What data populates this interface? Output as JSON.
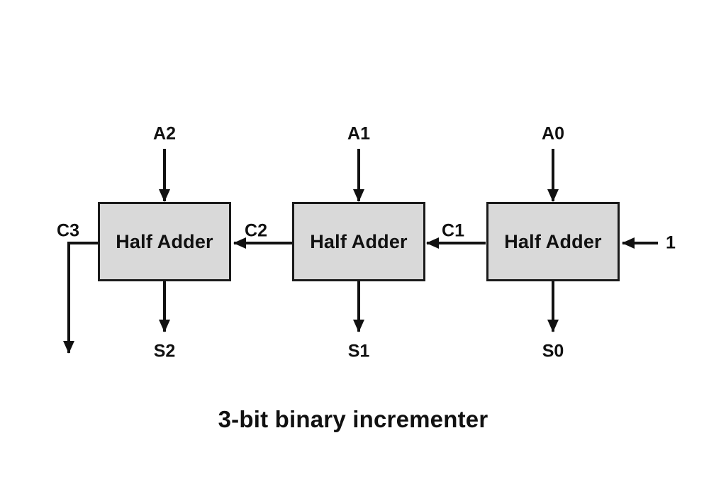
{
  "title": "3-bit binary incrementer",
  "diagram": {
    "blocks": [
      {
        "id": "ha-bit2",
        "label": "Half Adder"
      },
      {
        "id": "ha-bit1",
        "label": "Half Adder"
      },
      {
        "id": "ha-bit0",
        "label": "Half Adder"
      }
    ],
    "inputs": {
      "a2": "A2",
      "a1": "A1",
      "a0": "A0",
      "carry_in": "1"
    },
    "outputs": {
      "s2": "S2",
      "s1": "S1",
      "s0": "S0",
      "carry_out": "C3"
    },
    "carries": {
      "c2": "C2",
      "c1": "C1"
    }
  },
  "colors": {
    "background": "#ffffff",
    "box_fill": "#d9d9d9",
    "box_border": "#1a1a1a",
    "line": "#111111",
    "text": "#111111"
  }
}
